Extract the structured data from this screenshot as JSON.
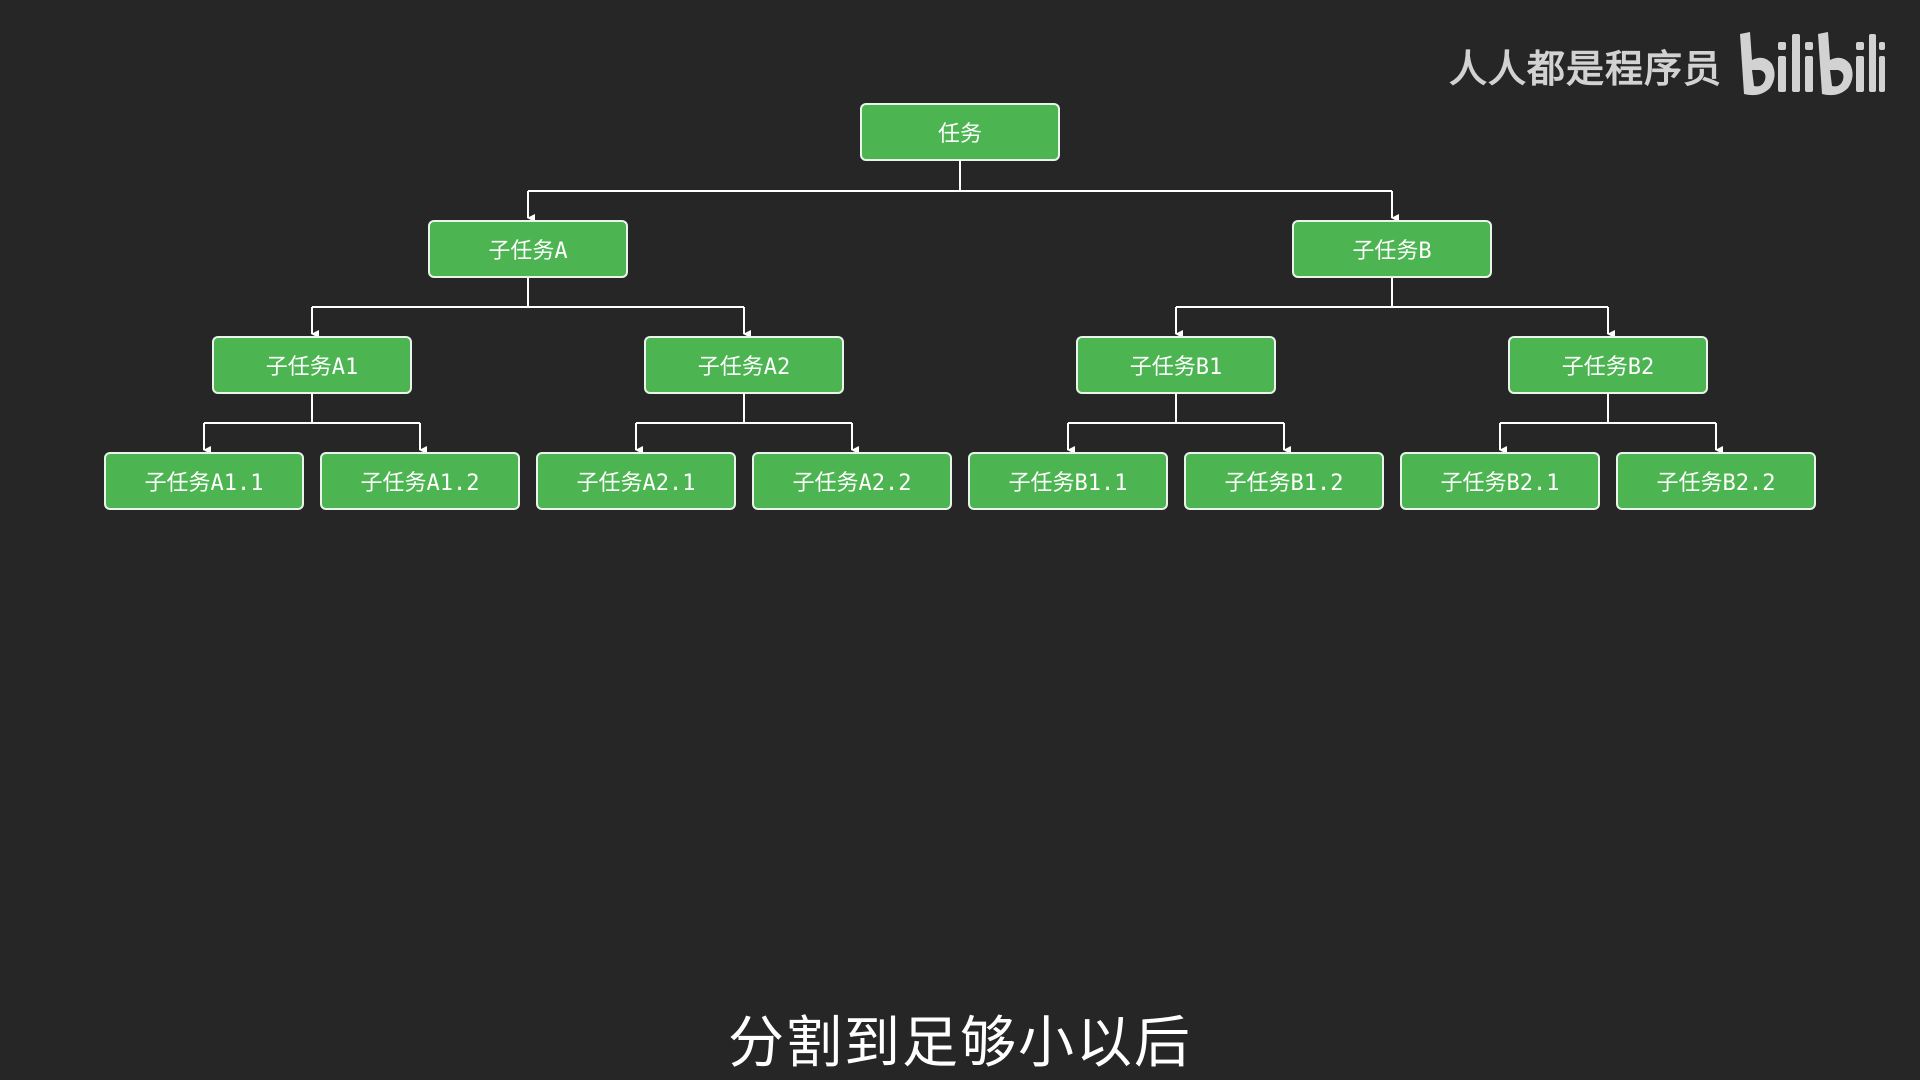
{
  "watermark": {
    "channel_name": "人人都是程序员",
    "logo_text": "bilibili",
    "color": "#d2d2d2"
  },
  "diagram": {
    "colors": {
      "node_fill": "#4cb551",
      "node_border": "#eaf5ea",
      "connector": "#ffffff",
      "background": "#262626"
    },
    "root": "任务",
    "level1": [
      "子任务A",
      "子任务B"
    ],
    "level2": [
      "子任务A1",
      "子任务A2",
      "子任务B1",
      "子任务B2"
    ],
    "level3": [
      "子任务A1.1",
      "子任务A1.2",
      "子任务A2.1",
      "子任务A2.2",
      "子任务B1.1",
      "子任务B1.2",
      "子任务B2.1",
      "子任务B2.2"
    ]
  },
  "subtitle": "分割到足够小以后"
}
